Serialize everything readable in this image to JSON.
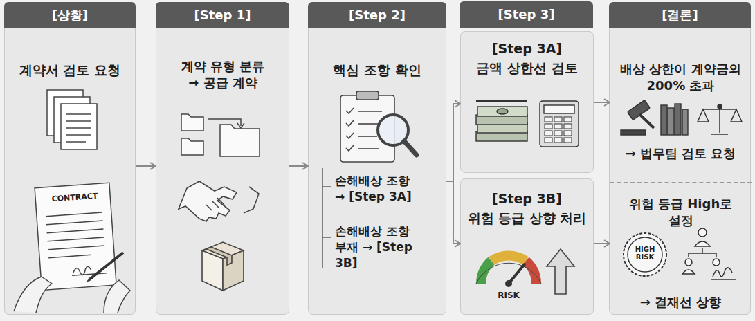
{
  "diagram": {
    "nodes": [
      {
        "text": [
          "[상황]",
          "계약서 검토 요청"
        ]
      },
      {
        "text": [
          "[Step 1]",
          "계약 유형 분류 → 공급 계약"
        ]
      },
      {
        "text": [
          "[Step 2]",
          "핵심 조항 확인",
          "손해배상 조항 → [Step 3A]",
          "손해배상 조항 부재 → [Step 3B]"
        ]
      },
      {
        "text": [
          "[Step 3]"
        ]
      },
      {
        "text": [
          "[Step 3A]",
          "금액 상한선 검토"
        ],
        "in": 3
      },
      {
        "text": [
          "[Step 3B]",
          "위험 등급 상향 처리"
        ],
        "in": 3
      },
      {
        "text": [
          "[결론]"
        ]
      },
      {
        "text": [
          "배상 상한이 계약금의 200% 초과",
          "→ 법무팀 검토 요청"
        ],
        "in": 6
      },
      {
        "text": [
          "위험 등급 High로 설정",
          "→ 결재선 상향"
        ],
        "in": 6
      }
    ],
    "edges": [
      {
        "from": 0,
        "to": 1,
        "arrow": "to"
      },
      {
        "from": 1,
        "to": 2,
        "arrow": "to"
      },
      {
        "from": 2,
        "to": 4,
        "arrow": "to"
      },
      {
        "from": 2,
        "to": 5,
        "arrow": "to"
      },
      {
        "from": 4,
        "to": 7,
        "arrow": "to"
      },
      {
        "from": 5,
        "to": 8,
        "arrow": "to"
      }
    ],
    "labels": [
      "CONTRACT",
      "RISK",
      "HIGH RISK"
    ]
  }
}
